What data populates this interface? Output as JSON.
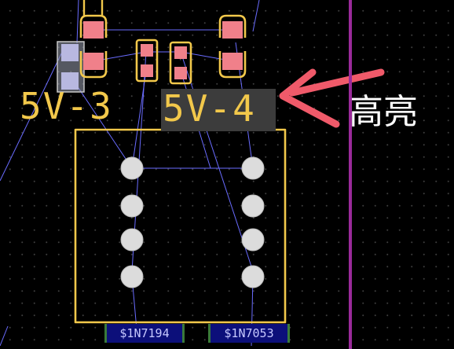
{
  "canvas": {
    "background": "#000000",
    "grid_color": "#3e3e3e",
    "silkscreen_color": "#f2c84b",
    "pad_color": "#f0808a",
    "ratsnest_color": "#6a6cff",
    "divider_color": "#9a2a9a"
  },
  "labels": {
    "ref_5v3": "5V-3",
    "ref_5v4": "5V-4"
  },
  "annotation": {
    "text": "高亮",
    "arrow_color": "#f05a6a"
  },
  "nets": {
    "net_a": "$1N7194",
    "net_b": "$1N7053"
  }
}
